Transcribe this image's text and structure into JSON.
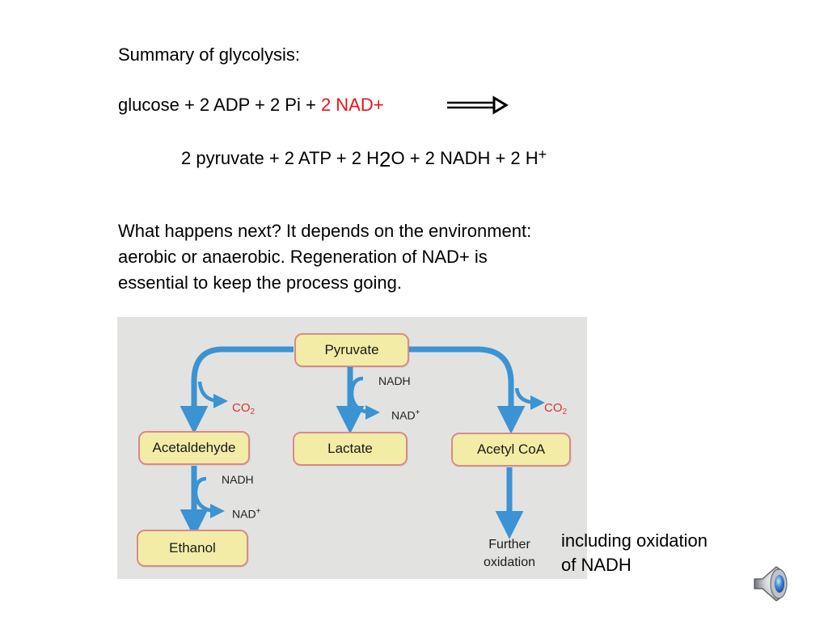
{
  "title": "Summary of glycolysis:",
  "equation": {
    "reactants": "glucose + 2 ADP + 2 Pi  + ",
    "reactant_highlight": "2 NAD+",
    "products_a": "2 pyruvate + 2 ATP + 2 H",
    "products_sub": "2",
    "products_b": "O + 2 NADH + 2 H",
    "products_sup": "+"
  },
  "paragraph": {
    "line1": "What happens next?  It depends on the environment:",
    "line2": "aerobic or anaerobic.  Regeneration of NAD+ is",
    "line3": "essential to keep the process going."
  },
  "diagram": {
    "pyruvate": "Pyruvate",
    "acetaldehyde": "Acetaldehyde",
    "lactate": "Lactate",
    "acetyl_coa": "Acetyl CoA",
    "ethanol": "Ethanol",
    "further_line1": "Further",
    "further_line2": "oxidation",
    "co2_left": "CO",
    "co2_left_sub": "2",
    "co2_right": "CO",
    "co2_right_sub": "2",
    "nadh_mid": "NADH",
    "nad_mid": "NAD",
    "nad_mid_sup": "+",
    "nadh_left": "NADH",
    "nad_left": "NAD",
    "nad_left_sup": "+"
  },
  "note": {
    "line1": "including oxidation",
    "line2": "of NADH"
  },
  "colors": {
    "highlight": "#e8141b",
    "arrow_blue": "#3b93d3",
    "node_fill": "#f2eca7",
    "node_border": "#d98a86",
    "co2_red": "#d9322f"
  },
  "icons": {
    "speaker": "speaker-icon"
  }
}
